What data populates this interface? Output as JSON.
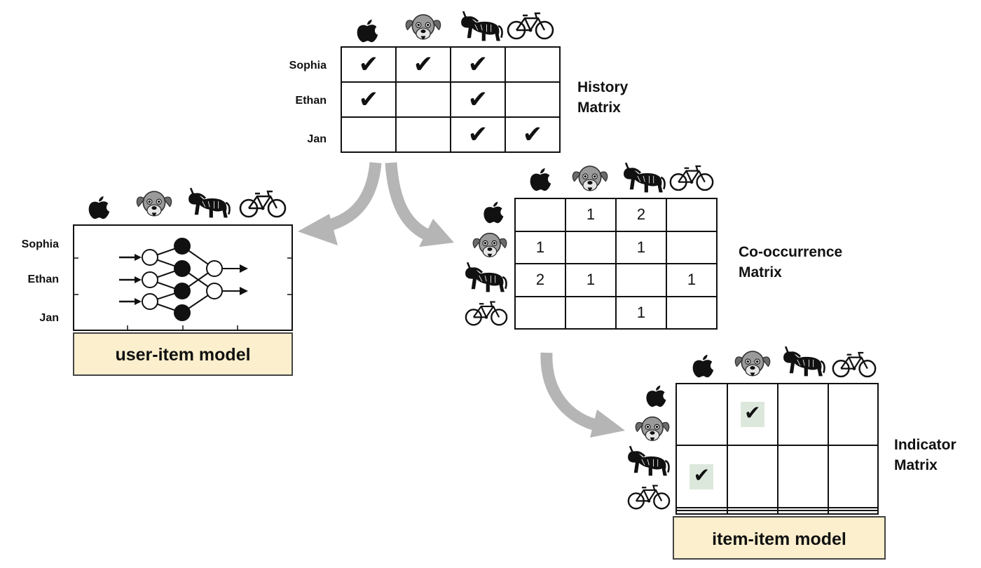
{
  "icons": {
    "apple": "apple-icon",
    "dog": "dog-icon",
    "unicorn": "unicorn-icon",
    "bicycle": "bicycle-icon"
  },
  "history": {
    "title_line1": "History",
    "title_line2": "Matrix",
    "users": [
      "Sophia",
      "Ethan",
      "Jan"
    ],
    "check_glyph": "✔",
    "rows": [
      [
        true,
        true,
        true,
        false
      ],
      [
        true,
        false,
        true,
        false
      ],
      [
        false,
        false,
        true,
        true
      ]
    ]
  },
  "cooccurrence": {
    "title_line1": "Co-occurrence",
    "title_line2": "Matrix",
    "rows": [
      [
        "",
        "1",
        "2",
        ""
      ],
      [
        "1",
        "",
        "1",
        ""
      ],
      [
        "2",
        "1",
        "",
        "1"
      ],
      [
        "",
        "",
        "1",
        ""
      ]
    ]
  },
  "indicator": {
    "title_line1": "Indicator",
    "title_line2": "Matrix",
    "highlight_color": "#dde8dc"
  },
  "user_item": {
    "users": [
      "Sophia",
      "Ethan",
      "Jan"
    ],
    "model_label": "user-item model",
    "box_color": "#fbefcd"
  },
  "item_item": {
    "model_label": "item-item model",
    "box_color": "#fbefcd"
  },
  "arrow_color": "#b5b5b5"
}
